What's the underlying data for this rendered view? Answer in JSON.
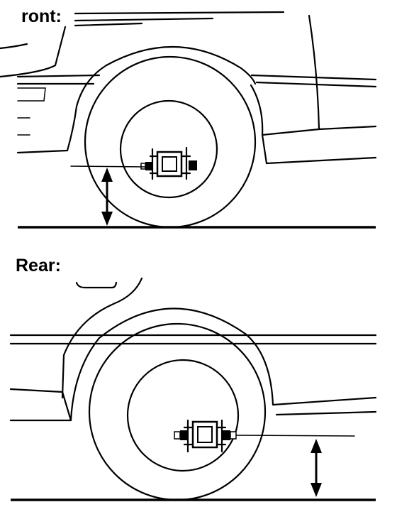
{
  "labels": {
    "front": "ront:",
    "rear": "Rear:"
  },
  "colors": {
    "ink": "#000000",
    "paper": "#ffffff"
  },
  "icons": {
    "front_measure": "double-arrow-vertical",
    "rear_measure": "double-arrow-vertical",
    "hub_bolt": "hex-bolt"
  }
}
